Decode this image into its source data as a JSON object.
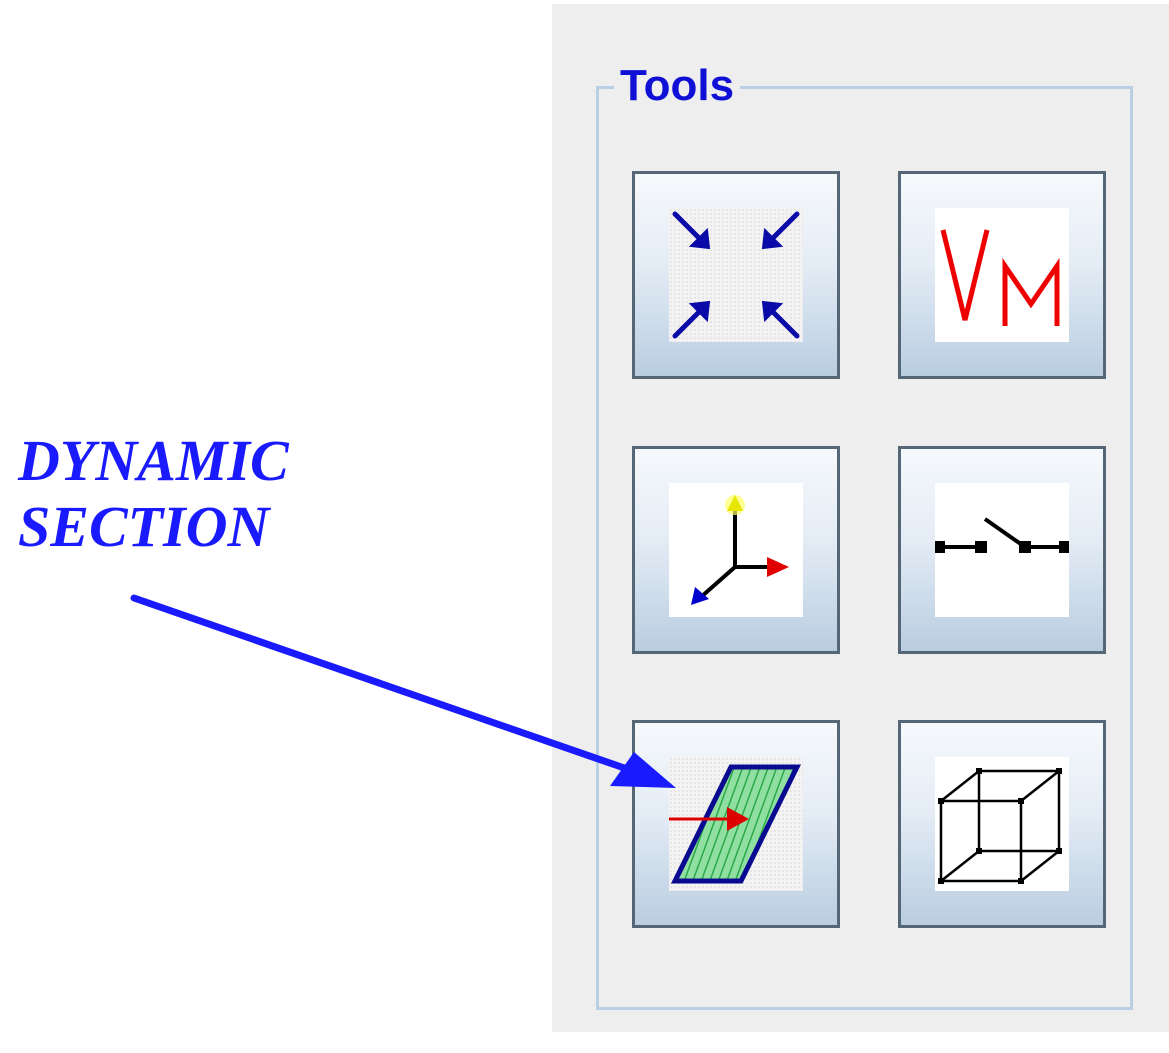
{
  "annotation": {
    "line1": "DYNAMIC",
    "line2": "SECTION",
    "color": "#1a1aff"
  },
  "tools_panel": {
    "title": "Tools",
    "title_color": "#0f0fd6",
    "buttons": [
      {
        "icon": "zoom-fit-icon"
      },
      {
        "icon": "vm-icon",
        "label": "VM"
      },
      {
        "icon": "axes-icon"
      },
      {
        "icon": "switch-icon"
      },
      {
        "icon": "dynamic-section-icon"
      },
      {
        "icon": "wireframe-cube-icon"
      }
    ]
  }
}
